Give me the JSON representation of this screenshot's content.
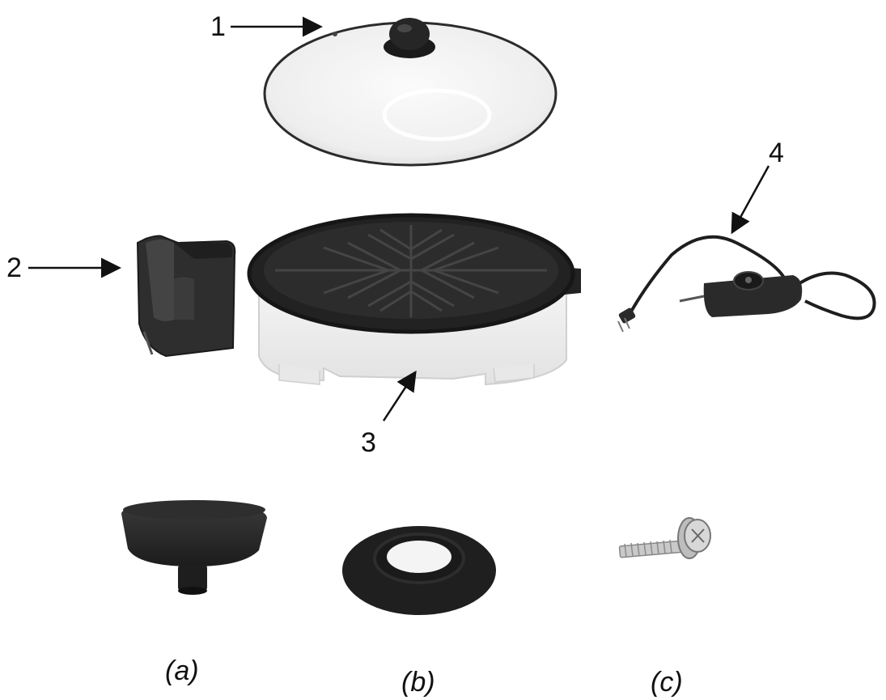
{
  "callouts": {
    "lid": "1",
    "drip_tray": "2",
    "grill_base": "3",
    "power_cord": "4"
  },
  "captions": {
    "knob": "(a)",
    "gasket": "(b)",
    "screw": "(c)"
  },
  "colors": {
    "ink": "#111111",
    "dark_part": "#262626",
    "white_part": "#f1f1f1"
  }
}
